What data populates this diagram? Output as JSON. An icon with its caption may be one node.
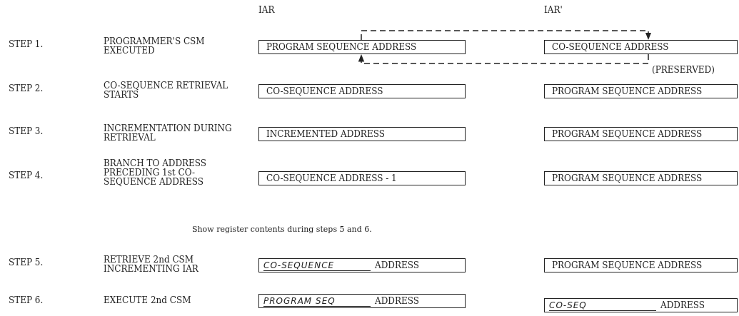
{
  "diagram": {
    "nodes": [
      {
        "text": [
          "PROGRAM SEQUENCE ADDRESS"
        ]
      },
      {
        "text": [
          "CO-SEQUENCE ADDRESS"
        ]
      },
      {
        "text": [
          "CO-SEQUENCE ADDRESS"
        ]
      },
      {
        "text": [
          "PROGRAM SEQUENCE ADDRESS"
        ]
      },
      {
        "text": [
          "INCREMENTED ADDRESS"
        ]
      },
      {
        "text": [
          "PROGRAM SEQUENCE ADDRESS"
        ]
      },
      {
        "text": [
          "CO-SEQUENCE ADDRESS - 1"
        ]
      },
      {
        "text": [
          "PROGRAM SEQUENCE ADDRESS"
        ]
      },
      {
        "text": [
          "CO-SEQUENCE",
          "ADDRESS"
        ]
      },
      {
        "text": [
          "PROGRAM SEQUENCE ADDRESS"
        ]
      },
      {
        "text": [
          "PROGRAM SEQ",
          "ADDRESS"
        ]
      },
      {
        "text": [
          "CO-SEQ",
          "ADDRESS"
        ]
      }
    ],
    "edges": [
      {
        "from": 0,
        "to": 1,
        "arrow": "to",
        "style": "dashed"
      },
      {
        "from": 1,
        "to": 0,
        "arrow": "to",
        "style": "dashed"
      }
    ],
    "labels": [
      "IAR",
      "IAR'",
      "STEP 1.",
      "PROGRAMMER'S CSM EXECUTED",
      "(PRESERVED)",
      "STEP 2.",
      "CO-SEQUENCE RETRIEVAL STARTS",
      "STEP 3.",
      "INCREMENTATION DURING RETRIEVAL",
      "STEP 4.",
      "BRANCH TO ADDRESS PRECEDING 1st CO-SEQUENCE ADDRESS",
      "Show register contents during steps 5 and 6.",
      "STEP 5.",
      "RETRIEVE 2nd CSM INCREMENTING IAR",
      "STEP 6.",
      "EXECUTE 2nd CSM"
    ]
  }
}
